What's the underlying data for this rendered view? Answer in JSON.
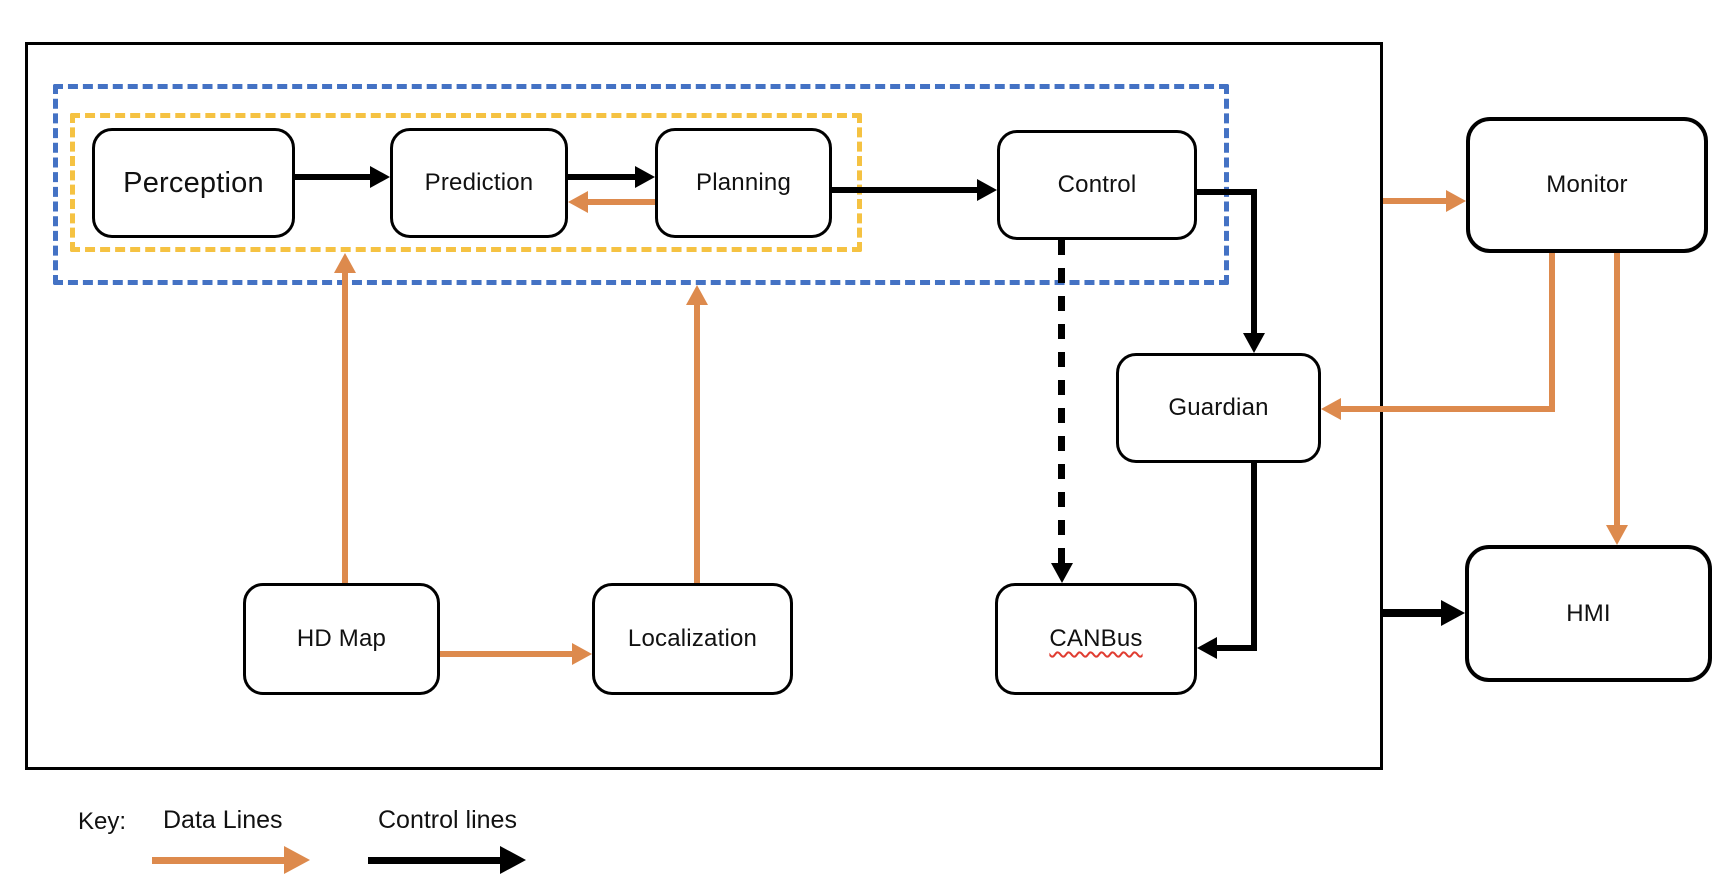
{
  "diagram": {
    "nodes": {
      "perception": {
        "label": "Perception"
      },
      "prediction": {
        "label": "Prediction"
      },
      "planning": {
        "label": "Planning"
      },
      "control": {
        "label": "Control"
      },
      "monitor": {
        "label": "Monitor"
      },
      "guardian": {
        "label": "Guardian"
      },
      "hmi": {
        "label": "HMI"
      },
      "hd_map": {
        "label": "HD Map"
      },
      "localization": {
        "label": "Localization"
      },
      "canbus": {
        "label": "CANBus"
      }
    },
    "edges": [
      {
        "from": "perception",
        "to": "prediction",
        "type": "control"
      },
      {
        "from": "prediction",
        "to": "planning",
        "type": "control"
      },
      {
        "from": "planning",
        "to": "prediction",
        "type": "data"
      },
      {
        "from": "planning",
        "to": "control",
        "type": "control"
      },
      {
        "from": "control",
        "to": "guardian",
        "type": "control"
      },
      {
        "from": "control",
        "to": "canbus",
        "type": "control-dashed"
      },
      {
        "from": "guardian",
        "to": "canbus",
        "type": "control"
      },
      {
        "from": "hd_map",
        "to": "planning-group",
        "type": "data"
      },
      {
        "from": "hd_map",
        "to": "localization",
        "type": "data"
      },
      {
        "from": "localization",
        "to": "module-group",
        "type": "data"
      },
      {
        "from": "system",
        "to": "monitor",
        "type": "data"
      },
      {
        "from": "monitor",
        "to": "guardian",
        "type": "data"
      },
      {
        "from": "monitor",
        "to": "hmi",
        "type": "data"
      },
      {
        "from": "system",
        "to": "hmi",
        "type": "control"
      }
    ],
    "legend": {
      "key": "Key:",
      "data_lines": "Data Lines",
      "control_lines": "Control lines"
    },
    "colors": {
      "data_line_orange": "#DD8A4D",
      "control_line_black": "#000000",
      "module_group_blue": "#4472C4",
      "planning_group_yellow": "#F5C242",
      "spellcheck_underline_red": "#E03C31"
    }
  }
}
